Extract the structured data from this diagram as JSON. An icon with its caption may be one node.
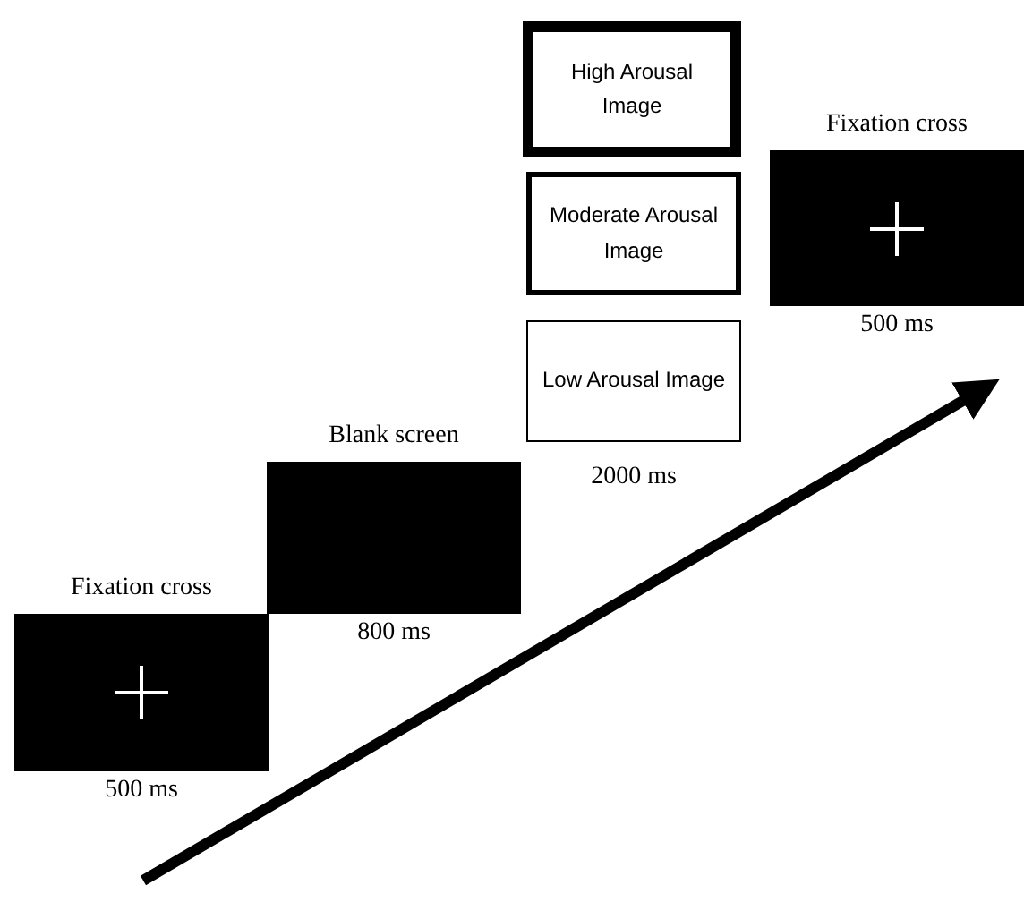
{
  "diagram": {
    "nodes": [
      {
        "text": [
          "Fixation cross"
        ],
        "beside": [
          "500 ms"
        ]
      },
      {
        "text": [
          "Blank screen"
        ],
        "beside": [
          "800 ms"
        ]
      },
      {
        "text": [
          "High Arousal Image"
        ]
      },
      {
        "text": [
          "Moderate Arousal Image"
        ]
      },
      {
        "text": [
          "Low Arousal Image"
        ]
      },
      {
        "text": [
          "Fixation cross"
        ],
        "beside": [
          "500 ms"
        ]
      }
    ],
    "edges": [],
    "labels": [
      "2000 ms"
    ]
  }
}
